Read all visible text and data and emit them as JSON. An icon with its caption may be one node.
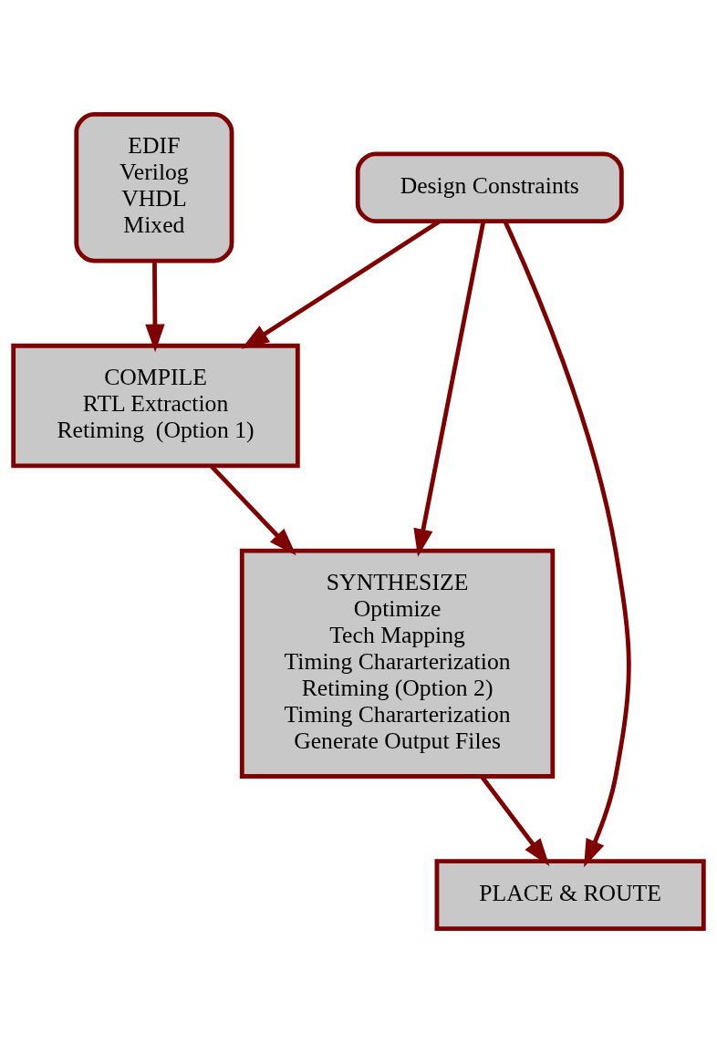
{
  "diagram": {
    "nodes": [
      {
        "text": [
          "EDIF",
          "Verilog",
          "VHDL",
          "Mixed"
        ]
      },
      {
        "text": [
          "Design Constraints"
        ]
      },
      {
        "text": [
          "COMPILE",
          "RTL Extraction",
          "Retiming  (Option 1)"
        ]
      },
      {
        "text": [
          "SYNTHESIZE",
          "Optimize",
          "Tech Mapping",
          "Timing Chararterization",
          "Retiming (Option 2)",
          "Timing Chararterization",
          "Generate Output Files"
        ]
      },
      {
        "text": [
          "PLACE & ROUTE"
        ]
      }
    ],
    "edges": [
      {
        "from": 0,
        "to": 2,
        "arrow": "to"
      },
      {
        "from": 1,
        "to": 2,
        "arrow": "to"
      },
      {
        "from": 2,
        "to": 3,
        "arrow": "to"
      },
      {
        "from": 1,
        "to": 3,
        "arrow": "to"
      },
      {
        "from": 3,
        "to": 4,
        "arrow": "to"
      },
      {
        "from": 1,
        "to": 4,
        "arrow": "to"
      }
    ]
  }
}
